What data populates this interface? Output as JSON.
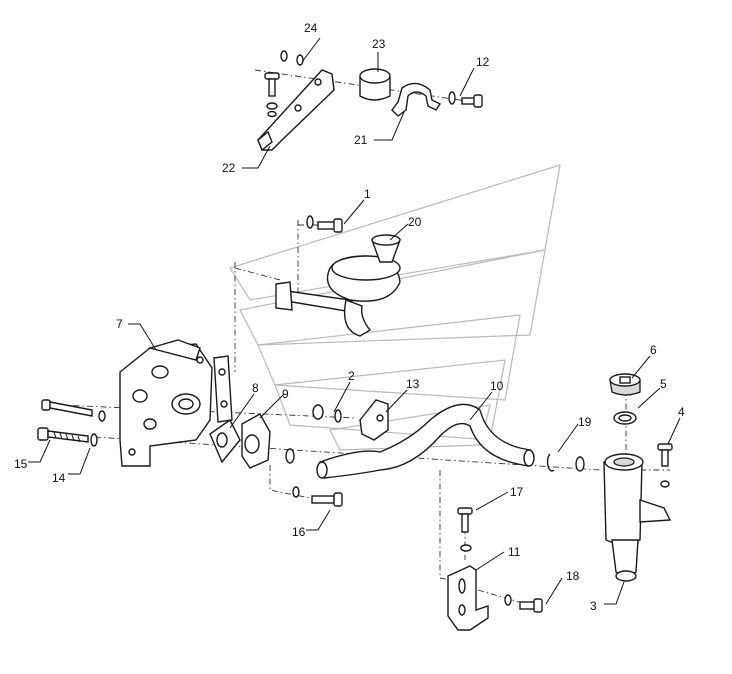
{
  "diagram": {
    "callouts": [
      {
        "id": "c1",
        "label": "1"
      },
      {
        "id": "c2",
        "label": "2"
      },
      {
        "id": "c3",
        "label": "3"
      },
      {
        "id": "c4",
        "label": "4"
      },
      {
        "id": "c5",
        "label": "5"
      },
      {
        "id": "c6",
        "label": "6"
      },
      {
        "id": "c7",
        "label": "7"
      },
      {
        "id": "c8",
        "label": "8"
      },
      {
        "id": "c9",
        "label": "9"
      },
      {
        "id": "c10",
        "label": "10"
      },
      {
        "id": "c11",
        "label": "11"
      },
      {
        "id": "c12",
        "label": "12"
      },
      {
        "id": "c13",
        "label": "13"
      },
      {
        "id": "c14",
        "label": "14"
      },
      {
        "id": "c15",
        "label": "15"
      },
      {
        "id": "c16",
        "label": "16"
      },
      {
        "id": "c17",
        "label": "17"
      },
      {
        "id": "c18",
        "label": "18"
      },
      {
        "id": "c19",
        "label": "19"
      },
      {
        "id": "c20",
        "label": "20"
      },
      {
        "id": "c21",
        "label": "21"
      },
      {
        "id": "c22",
        "label": "22"
      },
      {
        "id": "c23",
        "label": "23"
      },
      {
        "id": "c24",
        "label": "24"
      }
    ],
    "colors": {
      "line": "#1a1a1a",
      "watermark": "#b9b9b9",
      "shade": "#d9d9d9"
    }
  }
}
